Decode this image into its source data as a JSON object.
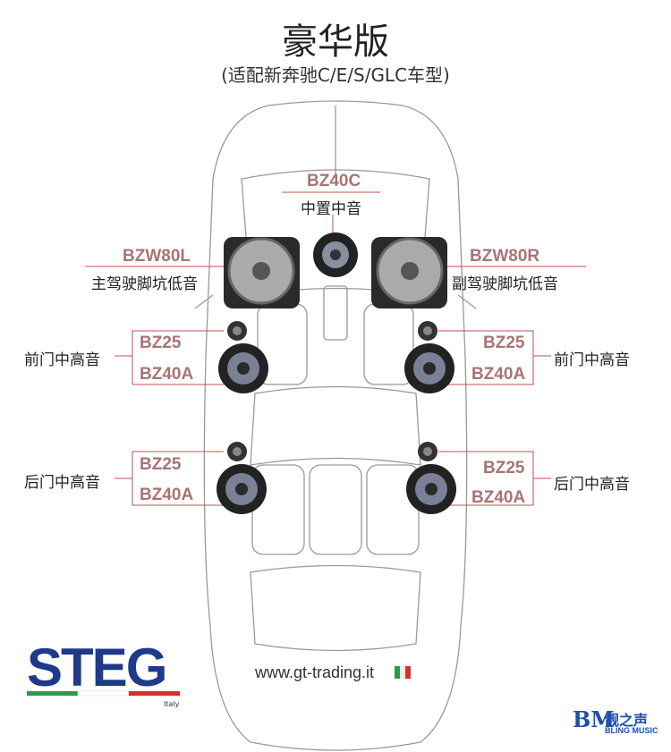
{
  "title": "豪华版",
  "subtitle": "(适配新奔驰C/E/S/GLC车型)",
  "center": {
    "model": "BZ40C",
    "desc": "中置中音"
  },
  "sub_left": {
    "model": "BZW80L",
    "desc": "主驾驶脚坑低音"
  },
  "sub_right": {
    "model": "BZW80R",
    "desc": "副驾驶脚坑低音"
  },
  "front_left": {
    "tweeter": "BZ25",
    "woofer": "BZ40A",
    "desc": "前门中高音"
  },
  "front_right": {
    "tweeter": "BZ25",
    "woofer": "BZ40A",
    "desc": "前门中高音"
  },
  "rear_left": {
    "tweeter": "BZ25",
    "woofer": "BZ40A",
    "desc": "后门中高音"
  },
  "rear_right": {
    "tweeter": "BZ25",
    "woofer": "BZ40A",
    "desc": "后门中高音"
  },
  "brand": {
    "name": "STEG",
    "country": "Italy",
    "website": "www.gt-trading.it"
  },
  "dealer": {
    "mark": "BM",
    "name_cn": "靓之声",
    "name_en": "BLING MUSIC"
  },
  "colors": {
    "label": "#a87474",
    "line": "#c0504d",
    "brand_blue": "#1f3a8a"
  }
}
